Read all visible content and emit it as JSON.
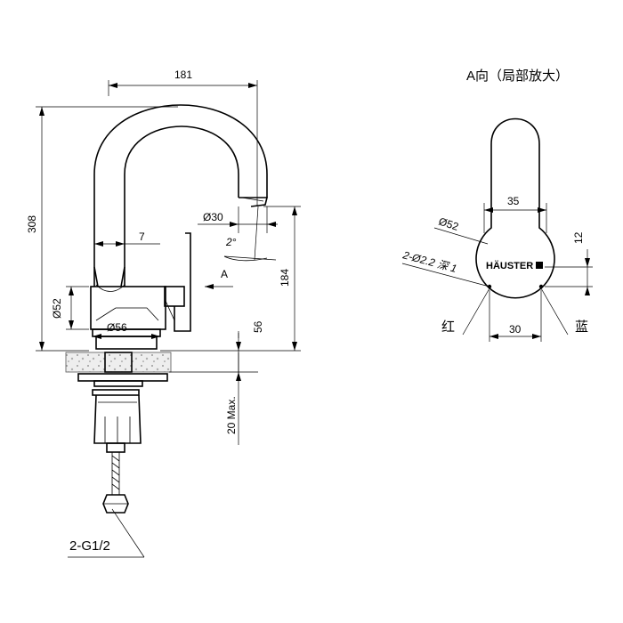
{
  "view_a_title": "A向（局部放大）",
  "dims": {
    "d181": "181",
    "d308": "308",
    "d184": "184",
    "d56": "56",
    "d20max": "20 Max.",
    "d7": "7",
    "d30dia": "Ø30",
    "d2deg": "2°",
    "dA": "A",
    "d52dia": "Ø52",
    "d56dia": "Ø56",
    "g12": "2-G1/2"
  },
  "detail": {
    "d35": "35",
    "d52dia": "Ø52",
    "d12": "12",
    "d30": "30",
    "holes": "2-Ø2.2 深 1",
    "brand": "HÄUSTER",
    "red": "红",
    "blue": "蓝"
  }
}
